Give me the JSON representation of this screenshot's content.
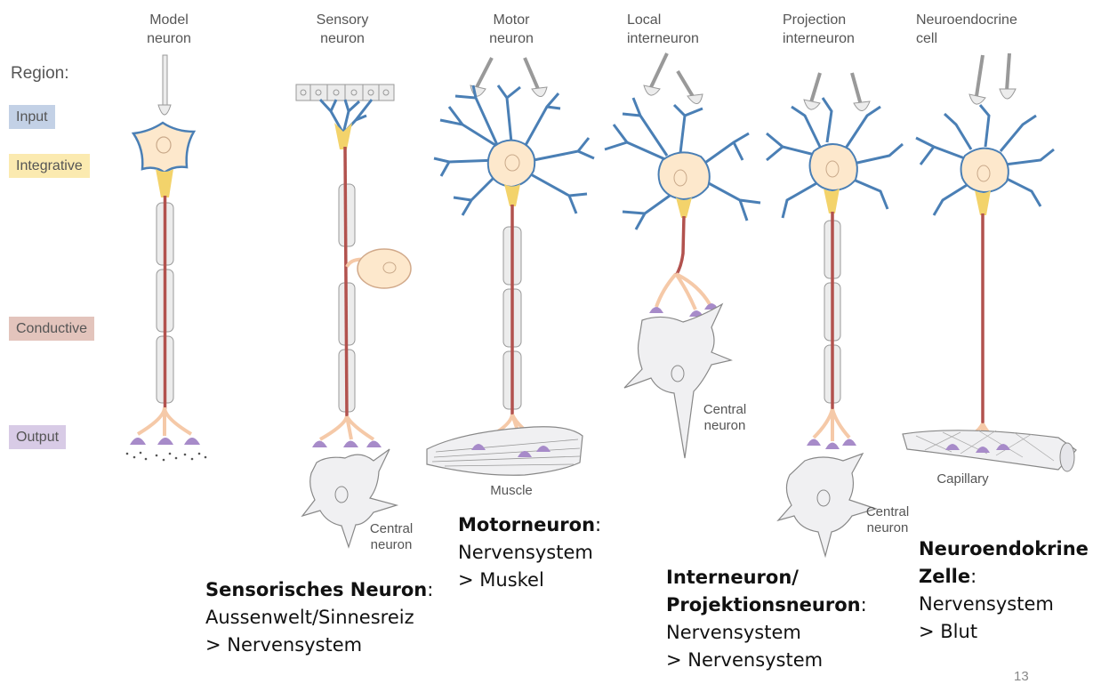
{
  "columns": [
    {
      "title": [
        "Model",
        "neuron"
      ]
    },
    {
      "title": [
        "Sensory",
        "neuron"
      ]
    },
    {
      "title": [
        "Motor",
        "neuron"
      ]
    },
    {
      "title": [
        "Local",
        "interneuron"
      ]
    },
    {
      "title": [
        "Projection",
        "interneuron"
      ]
    },
    {
      "title": [
        "Neuroendocrine",
        "cell"
      ]
    }
  ],
  "region_heading": "Region:",
  "regions": [
    {
      "label": "Input",
      "color": "#c3d1e6"
    },
    {
      "label": "Integrative",
      "color": "#fbeab0"
    },
    {
      "label": "Conductive",
      "color": "#e3c4bc"
    },
    {
      "label": "Output",
      "color": "#d8cbe6"
    }
  ],
  "diagram_labels": {
    "central_neuron_1": [
      "Central",
      "neuron"
    ],
    "muscle": "Muscle",
    "central_neuron_2": [
      "Central",
      "neuron"
    ],
    "central_neuron_3": [
      "Central",
      "neuron"
    ],
    "capillary": "Capillary"
  },
  "captions": {
    "sensory": {
      "bold": "Sensorisches Neuron",
      "colon": ":",
      "lines": [
        "Aussenwelt/Sinnesreiz",
        "> Nervensystem"
      ]
    },
    "motor": {
      "bold": "Motorneuron",
      "colon": ":",
      "lines": [
        "Nervensystem",
        "> Muskel"
      ]
    },
    "interneuron": {
      "bold_lines": [
        "Interneuron/",
        "Projektionsneuron"
      ],
      "colon": ":",
      "lines": [
        "Nervensystem",
        "> Nervensystem"
      ]
    },
    "neuroendocrine": {
      "bold_lines": [
        "Neuroendokrine",
        "Zelle"
      ],
      "colon": ":",
      "lines": [
        "Nervensystem",
        "> Blut"
      ]
    }
  },
  "page_number": "13",
  "colors": {
    "dendrite": "#4a7fb5",
    "soma": "#fde8cc",
    "hillock": "#f3d36b",
    "axon": "#b2524e",
    "myelin": "#ececec",
    "terminal": "#f5c9a8",
    "bouton": "#a78bc9",
    "gray_cell": "#f0f0f2"
  }
}
